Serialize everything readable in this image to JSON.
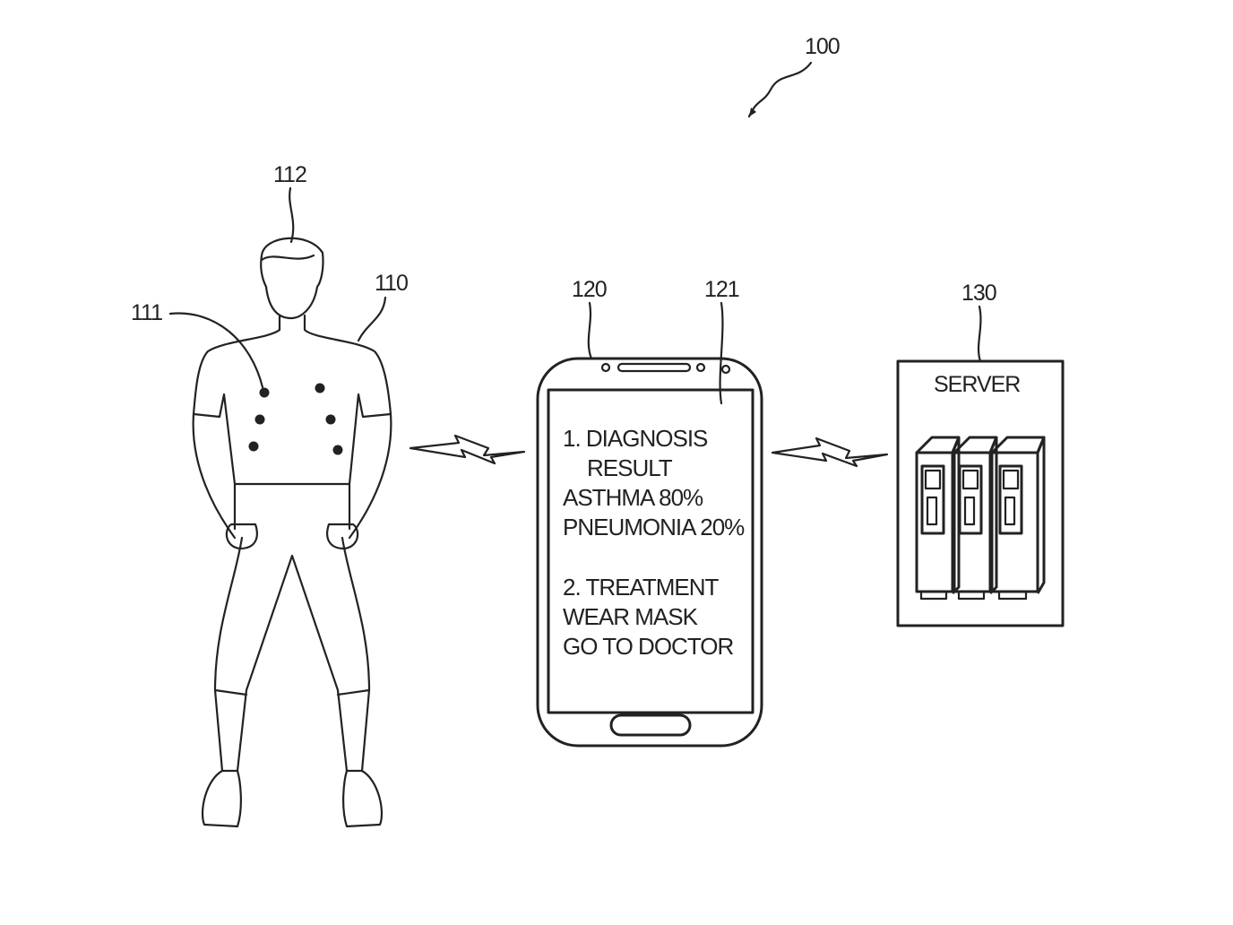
{
  "figure": {
    "system_ref": "100",
    "user": {
      "ref": "110",
      "sensor_ref": "111",
      "head_ref": "112"
    },
    "device": {
      "ref": "120",
      "screen_ref": "121",
      "screen_lines": [
        "1. DIAGNOSIS",
        "RESULT",
        "ASTHMA 80%",
        "PNEUMONIA 20%",
        "2. TREATMENT",
        "WEAR MASK",
        "GO TO DOCTOR"
      ]
    },
    "server": {
      "ref": "130",
      "title": "SERVER"
    }
  }
}
